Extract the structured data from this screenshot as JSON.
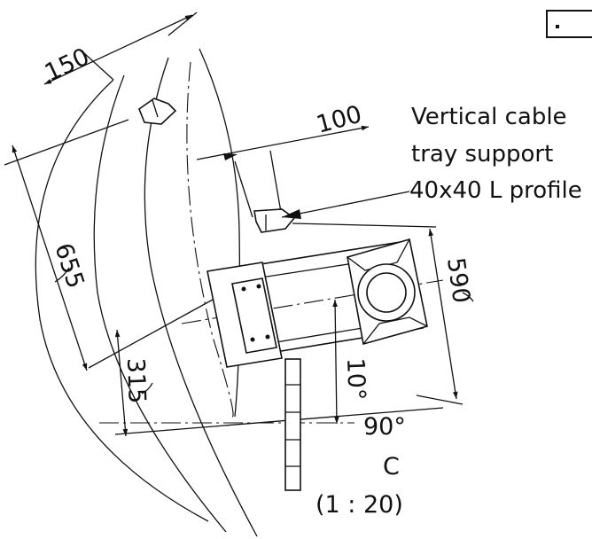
{
  "dimensions": {
    "d150": "150",
    "d100": "100",
    "d655": "655",
    "d590": "590",
    "d315": "315",
    "angle10": "10°",
    "angle90": "90°"
  },
  "note": {
    "line1": "Vertical cable",
    "line2": "tray support",
    "line3": "40x40 L profile"
  },
  "detail": {
    "letter": "C",
    "scale": "(1 : 20)"
  }
}
